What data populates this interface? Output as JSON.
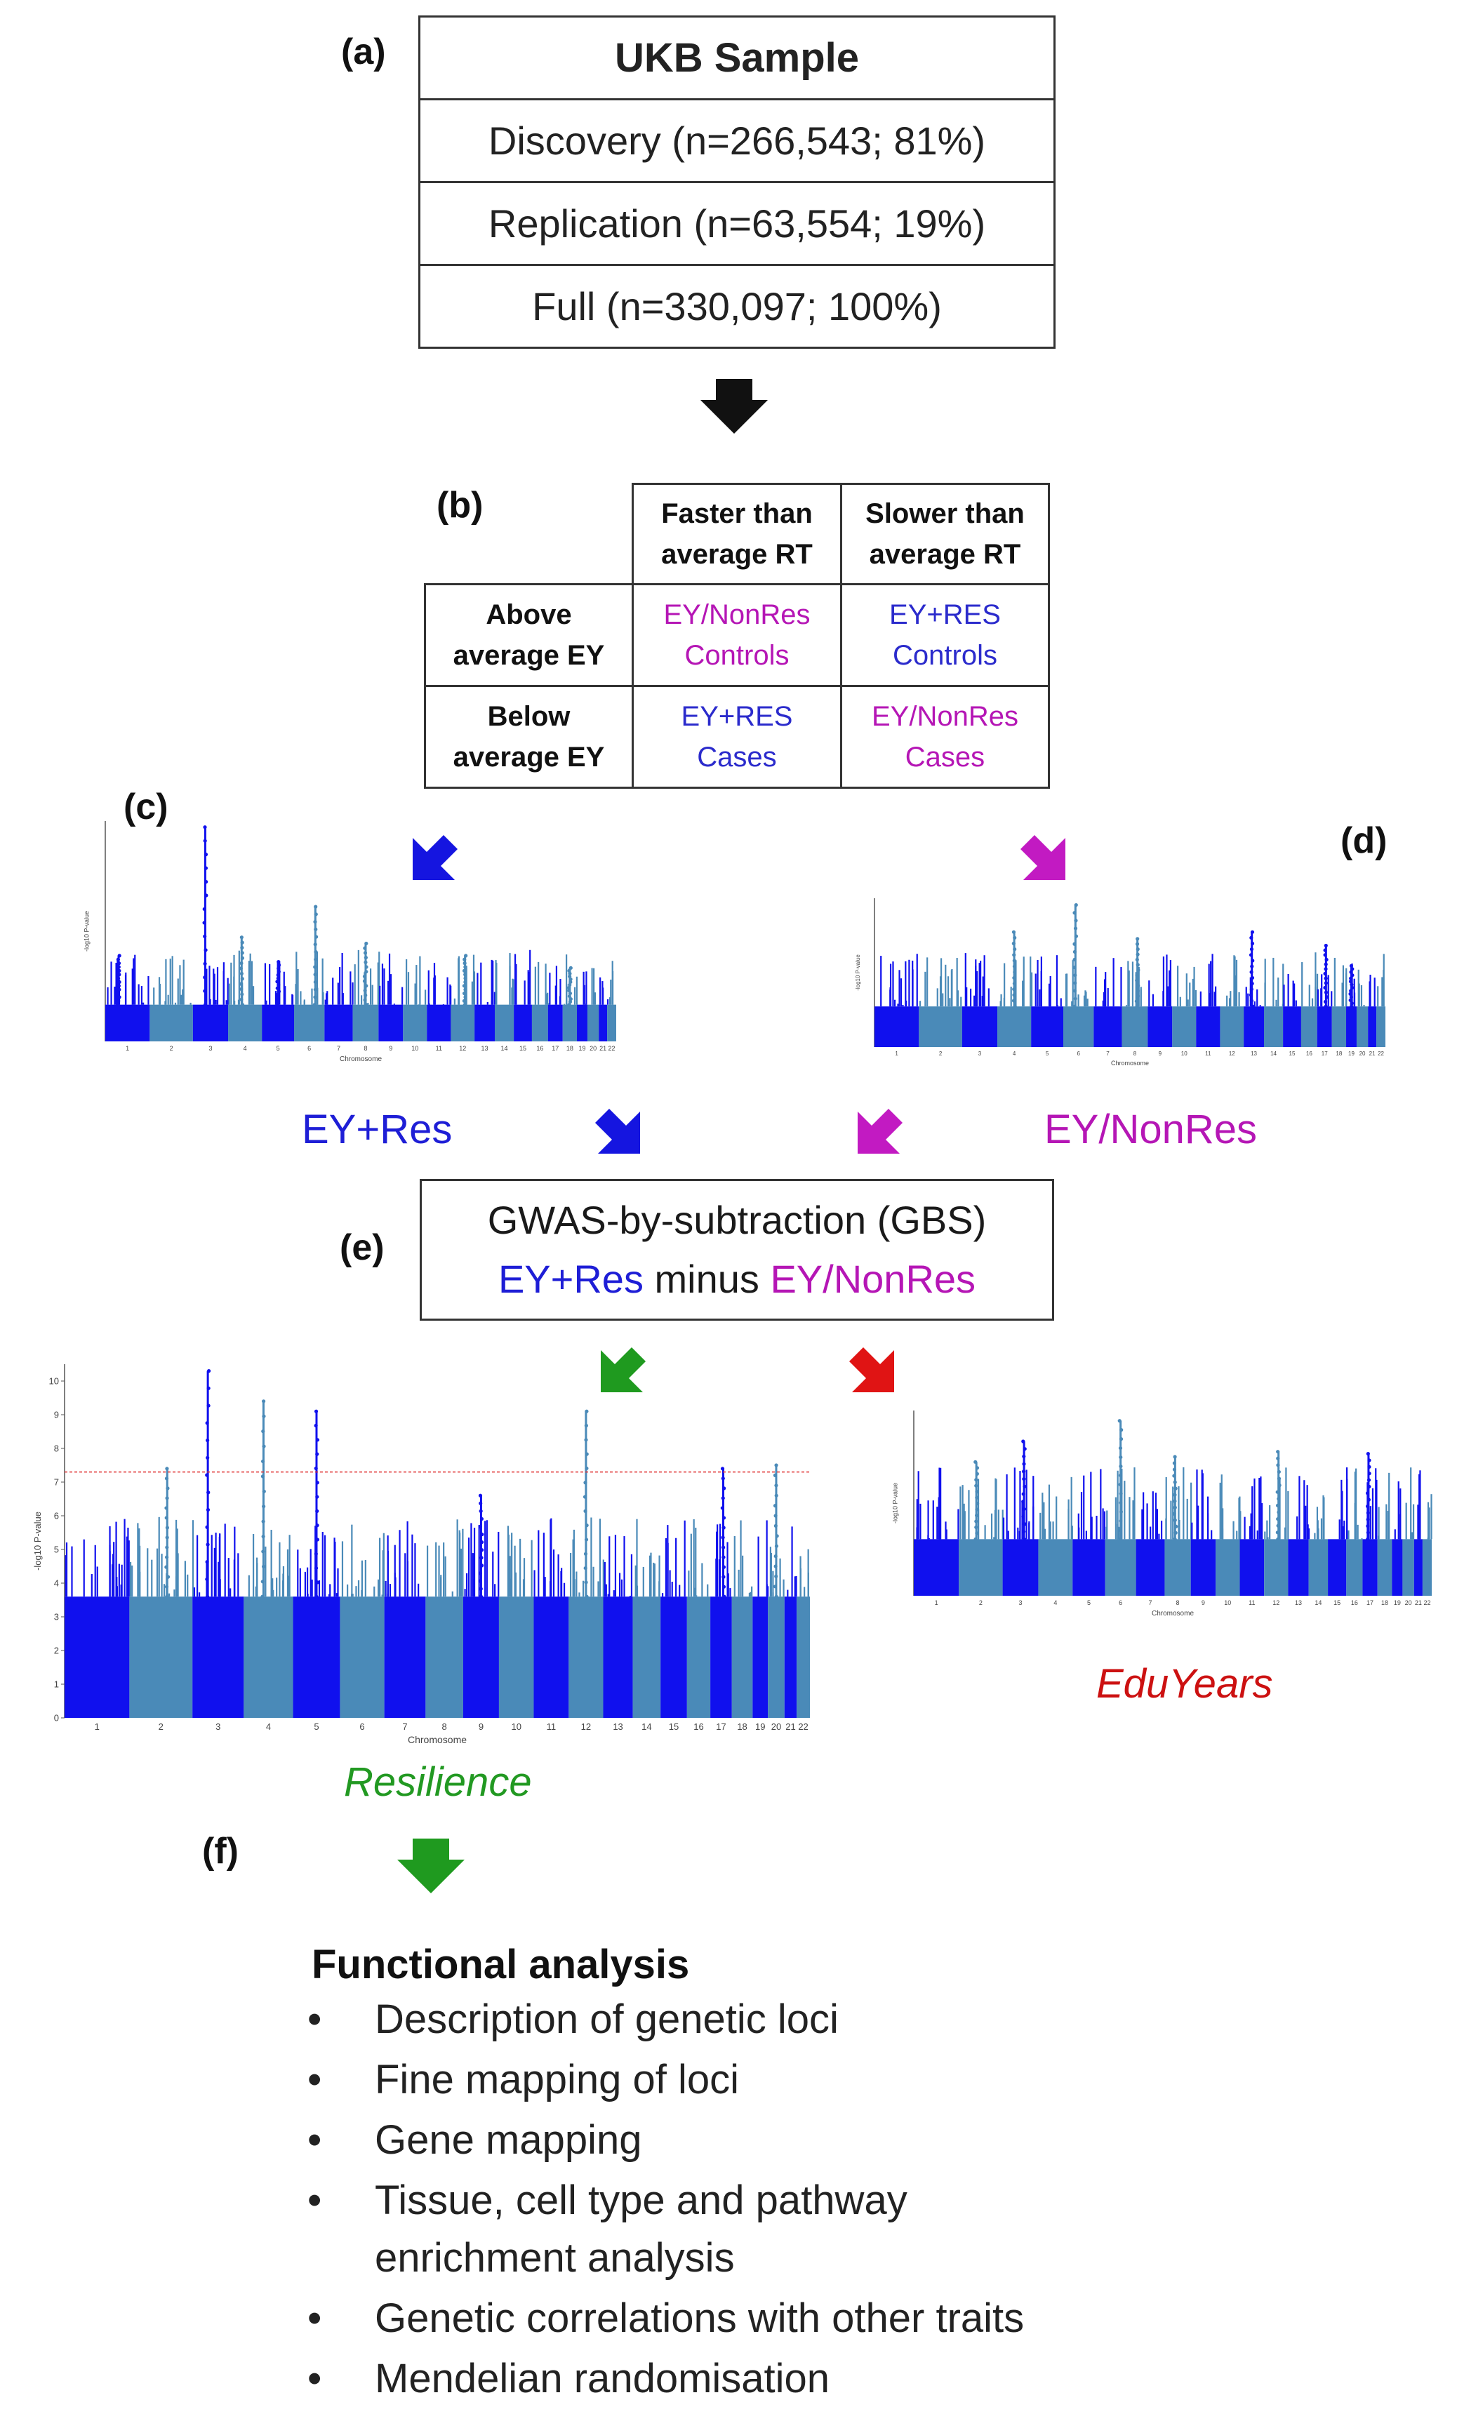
{
  "panel_labels": {
    "a": "(a)",
    "b": "(b)",
    "c": "(c)",
    "d": "(d)",
    "e": "(e)",
    "f": "(f)"
  },
  "ukb_table": {
    "header": "UKB Sample",
    "rows": [
      "Discovery (n=266,543; 81%)",
      "Replication (n=63,554; 19%)",
      "Full (n=330,097; 100%)"
    ]
  },
  "design_table": {
    "col_headers": [
      "Faster than\naverage RT",
      "Slower than\naverage RT"
    ],
    "row_headers": [
      "Above\naverage EY",
      "Below\naverage EY"
    ],
    "cells": [
      [
        "EY/NonRes\nControls",
        "EY+RES\nControls"
      ],
      [
        "EY+RES\nCases",
        "EY/NonRes\nCases"
      ]
    ]
  },
  "labels": {
    "ey_res": "EY+Res",
    "ey_nonres": "EY/NonRes",
    "gbs_title": "GWAS-by-subtraction (GBS)",
    "gbs_left": "EY+Res",
    "gbs_mid": " minus ",
    "gbs_right": "EY/NonRes",
    "resilience": "Resilience",
    "eduyears": "EduYears"
  },
  "manhattan": {
    "xlabel": "Chromosome",
    "ylabel": "-log10 P-value",
    "chromosomes": [
      "1",
      "2",
      "3",
      "4",
      "5",
      "6",
      "7",
      "8",
      "9",
      "10",
      "11",
      "12",
      "13",
      "14",
      "15",
      "16",
      "17",
      "18",
      "19",
      "20",
      "21",
      "22"
    ],
    "resilience_yticks": [
      "0",
      "1",
      "2",
      "3",
      "4",
      "5",
      "6",
      "7",
      "8",
      "9",
      "10"
    ]
  },
  "functional": {
    "title": "Functional analysis",
    "items": [
      "Description of genetic loci",
      "Fine mapping of loci",
      "Gene mapping",
      "Tissue, cell type and pathway",
      "enrichment analysis",
      "Genetic correlations with other traits",
      "Mendelian randomisation"
    ]
  },
  "colors": {
    "dark_blue": "#1010ee",
    "light_blue": "#4a8ab8",
    "magenta": "#b516b5",
    "green": "#229922",
    "red": "#cc1111",
    "black": "#111111",
    "threshold": "#e03030"
  }
}
